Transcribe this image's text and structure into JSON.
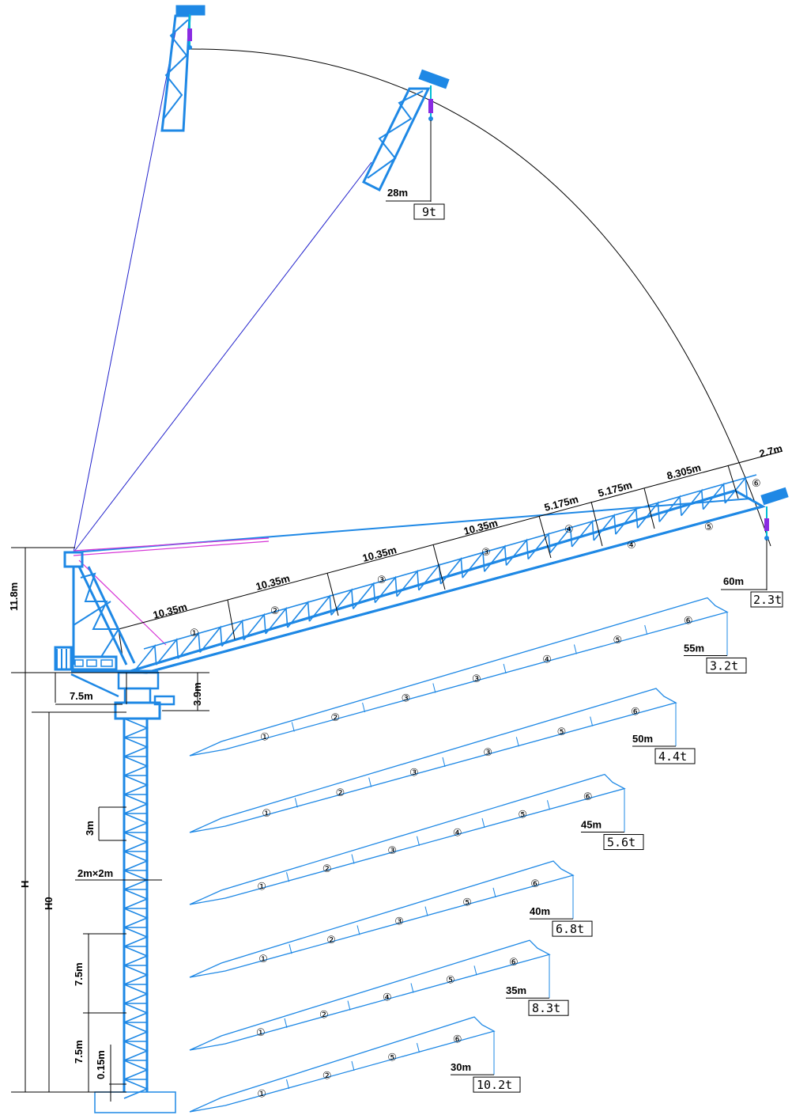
{
  "colors": {
    "structure": "#1e88e5",
    "structure_dark": "#0b5fb0",
    "tie": "#2222cc",
    "pendant": "#d633d6",
    "line": "#000000",
    "hook": "#8a2be2"
  },
  "main_boom": {
    "segment_lengths": [
      "10.35m",
      "10.35m",
      "10.35m",
      "10.35m",
      "5.175m",
      "5.175m",
      "8.305m",
      "2.7m"
    ],
    "section_numbers": [
      "①",
      "②",
      "③",
      "③",
      "④",
      "④",
      "⑤",
      "⑥"
    ],
    "radius": "60m",
    "load": "2.3t"
  },
  "raised_boom": {
    "radius": "28m",
    "load": "9t"
  },
  "tower": {
    "top_height": "11.8m",
    "slew_height": "3.9m",
    "rear_radius": "7.5m",
    "section_size": "2m×2m",
    "section_height": "3m",
    "height_H": "H",
    "height_H0": "H0",
    "lower_1": "7.5m",
    "lower_2": "7.5m",
    "base_gap": "0.15m"
  },
  "boom_configs": [
    {
      "radius": "55m",
      "load": "3.2t",
      "sections": [
        "①",
        "②",
        "③",
        "③",
        "④",
        "⑤",
        "⑥"
      ]
    },
    {
      "radius": "50m",
      "load": "4.4t",
      "sections": [
        "①",
        "②",
        "③",
        "③",
        "⑤",
        "⑥"
      ]
    },
    {
      "radius": "45m",
      "load": "5.6t",
      "sections": [
        "①",
        "②",
        "③",
        "④",
        "⑤",
        "⑥"
      ]
    },
    {
      "radius": "40m",
      "load": "6.8t",
      "sections": [
        "①",
        "②",
        "③",
        "⑤",
        "⑥"
      ]
    },
    {
      "radius": "35m",
      "load": "8.3t",
      "sections": [
        "①",
        "②",
        "④",
        "⑤",
        "⑥"
      ]
    },
    {
      "radius": "30m",
      "load": "10.2t",
      "sections": [
        "①",
        "②",
        "⑤",
        "⑥"
      ]
    }
  ]
}
